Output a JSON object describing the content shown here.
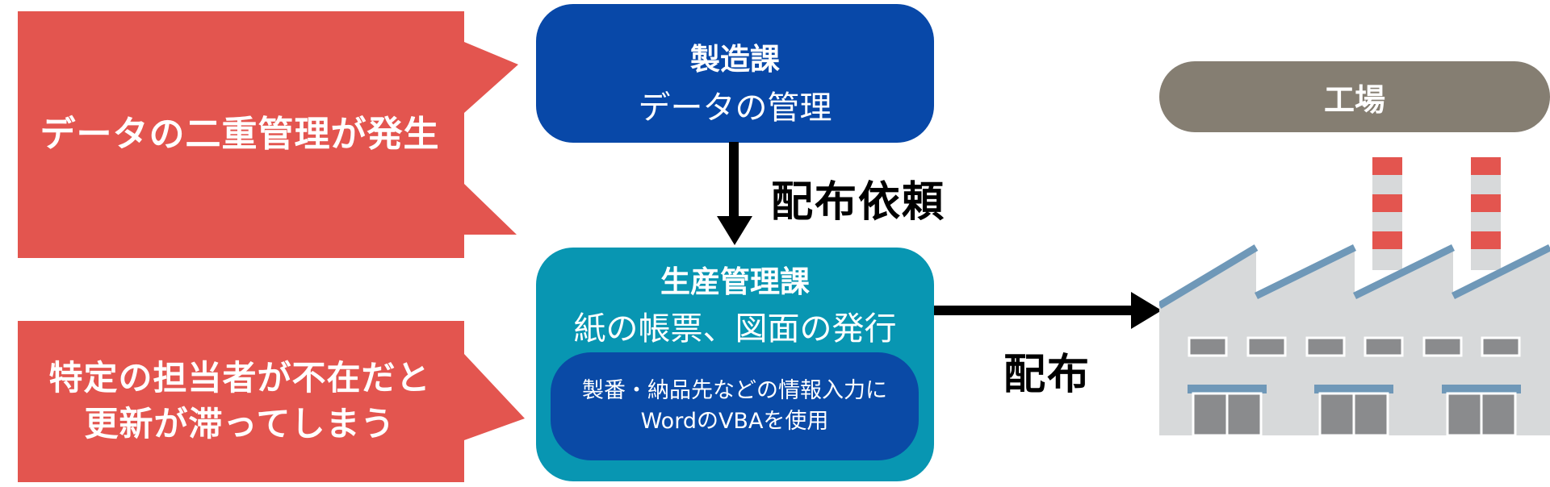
{
  "callouts": {
    "top": "データの二重管理が発生",
    "bottom_line1": "特定の担当者が不在だと",
    "bottom_line2": "更新が滞ってしまう"
  },
  "manufacturing_box": {
    "title": "製造課",
    "subtitle": "データの管理"
  },
  "arrow_labels": {
    "distribution_request": "配布依頼",
    "distribution": "配布"
  },
  "production_box": {
    "title": "生産管理課",
    "subtitle": "紙の帳票、図面の発行",
    "inner_line1": "製番・納品先などの情報入力に",
    "inner_line2": "WordのVBAを使用"
  },
  "factory": {
    "label": "工場"
  },
  "colors": {
    "callout_red": "#e3554f",
    "manufacturing_blue": "#0848a8",
    "production_teal": "#0896b2",
    "inner_blue": "#0a4aa6",
    "factory_pill": "#857e72",
    "factory_wall": "#d7d9da",
    "roof_blue": "#6f98b8",
    "chimney_red": "#e3554f"
  }
}
